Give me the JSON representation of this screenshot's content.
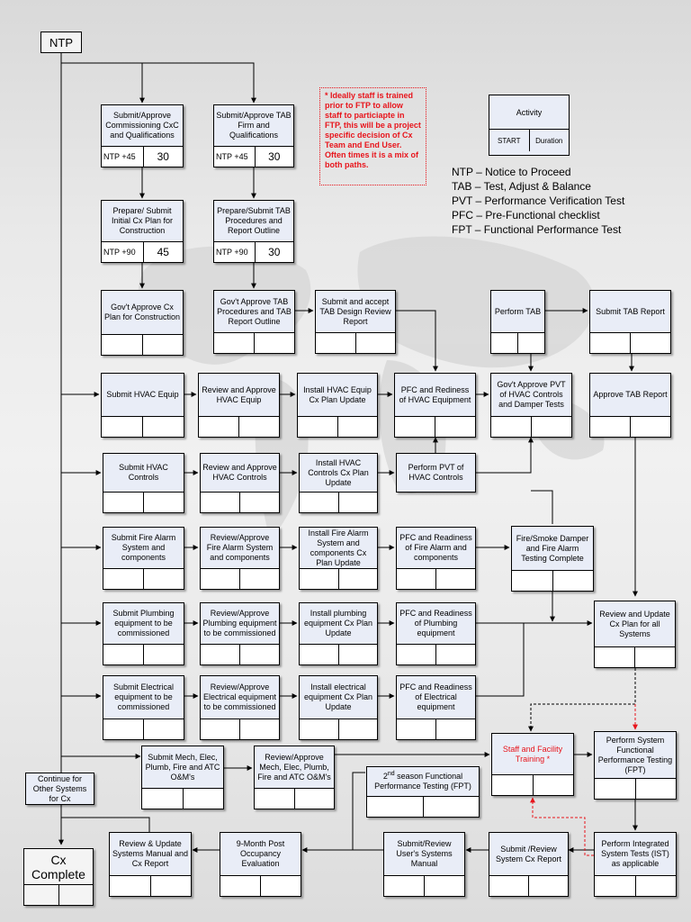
{
  "start": "NTP",
  "end": "Cx Complete",
  "note": "* Ideally staff is trained prior to FTP to allow staff to particiapte in FTP, this will be a project specific decision of Cx Team and End User. Often times it is a mix of both paths.",
  "legend": {
    "activity": "Activity",
    "start": "START",
    "duration": "Duration"
  },
  "abbreviations": [
    "NTP – Notice to Proceed",
    "TAB – Test, Adjust & Balance",
    "PVT – Performance Verification Test",
    "PFC – Pre-Functional checklist",
    "FPT – Functional Performance Test"
  ],
  "boxes": {
    "submit_cx_qual": {
      "label": "Submit/Approve Commissioning CxC and Qualifications",
      "start": "NTP +45",
      "duration": "30"
    },
    "submit_tab_qual": {
      "label": "Submit/Approve TAB Firm and Qualifications",
      "start": "NTP +45",
      "duration": "30"
    },
    "initial_cx_plan": {
      "label": "Prepare/ Submit Initial Cx Plan for Construction",
      "start": "NTP +90",
      "duration": "45"
    },
    "tab_procedures": {
      "label": "Prepare/Submit TAB Procedures and Report Outline",
      "start": "NTP +90",
      "duration": "30"
    },
    "approve_cx_plan": {
      "label": "Gov't Approve Cx Plan for Construction"
    },
    "approve_tab_proc": {
      "label": "Gov't Approve TAB Procedures and TAB Report Outline"
    },
    "tab_design_review": {
      "label": "Submit and accept TAB Design Review Report"
    },
    "perform_tab": {
      "label": "Perform TAB"
    },
    "submit_tab_report": {
      "label": "Submit TAB Report"
    },
    "submit_hvac_equip": {
      "label": "Submit HVAC Equip"
    },
    "review_hvac_equip": {
      "label": "Review and Approve HVAC Equip"
    },
    "install_hvac_equip": {
      "label": "Install HVAC Equip Cx Plan Update"
    },
    "pfc_hvac_equip": {
      "label": "PFC and Rediness of HVAC Equipment"
    },
    "approve_pvt": {
      "label": "Gov't Approve PVT of HVAC Controls and Damper Tests"
    },
    "approve_tab_report": {
      "label": "Approve TAB Report"
    },
    "submit_hvac_controls": {
      "label": "Submit HVAC Controls"
    },
    "review_hvac_controls": {
      "label": "Review and Approve HVAC Controls"
    },
    "install_hvac_controls": {
      "label": "Install HVAC Controls Cx Plan Update"
    },
    "pvt_hvac_controls": {
      "label": "Perform PVT of HVAC Controls"
    },
    "submit_fire_alarm": {
      "label": "Submit Fire Alarm System and components"
    },
    "review_fire_alarm": {
      "label": "Review/Approve Fire Alarm System and components"
    },
    "install_fire_alarm": {
      "label": "Install Fire Alarm System and components Cx Plan Update"
    },
    "pfc_fire_alarm": {
      "label": "PFC and Readiness of Fire Alarm and components"
    },
    "fire_smoke_testing": {
      "label": "Fire/Smoke Damper and Fire Alarm Testing Complete"
    },
    "submit_plumbing": {
      "label": "Submit Plumbing equipment to be commissioned"
    },
    "review_plumbing": {
      "label": "Review/Approve Plumbing equipment to be commissioned"
    },
    "install_plumbing": {
      "label": "Install plumbing equipment Cx Plan Update"
    },
    "pfc_plumbing": {
      "label": "PFC and Readiness of Plumbing equipment"
    },
    "review_update_cx_plan": {
      "label": "Review and Update Cx Plan for all Systems"
    },
    "submit_electrical": {
      "label": "Submit Electrical equipment to be commissioned"
    },
    "review_electrical": {
      "label": "Review/Approve Electrical equipment to be commissioned"
    },
    "install_electrical": {
      "label": "Install electrical equipment Cx Plan Update"
    },
    "pfc_electrical": {
      "label": "PFC and Readiness of Electrical equipment"
    },
    "submit_om": {
      "label": "Submit Mech, Elec, Plumb, Fire and ATC O&M's"
    },
    "review_om": {
      "label": "Review/Approve Mech, Elec, Plumb, Fire and ATC O&M's"
    },
    "staff_training": {
      "label": "Staff and Facility Training *"
    },
    "perform_fpt": {
      "label": "Perform System Functional Performance Testing (FPT)"
    },
    "continue_other": {
      "label": "Continue for Other Systems for Cx"
    },
    "second_season_pre": {
      "label": "2"
    },
    "second_season_sup": {
      "label": "nd"
    },
    "second_season_post": {
      "label": " season Functional Performance Testing (FPT)"
    },
    "review_systems_manual": {
      "label": "Review & Update Systems Manual and Cx Report"
    },
    "post_occupancy": {
      "label": "9-Month Post Occupancy Evaluation"
    },
    "users_manual": {
      "label": "Submit/Review User's Systems Manual"
    },
    "system_cx_report": {
      "label": "Submit /Review System Cx Report"
    },
    "integrated_tests": {
      "label": "Perform Integrated System Tests (IST) as applicable"
    }
  }
}
